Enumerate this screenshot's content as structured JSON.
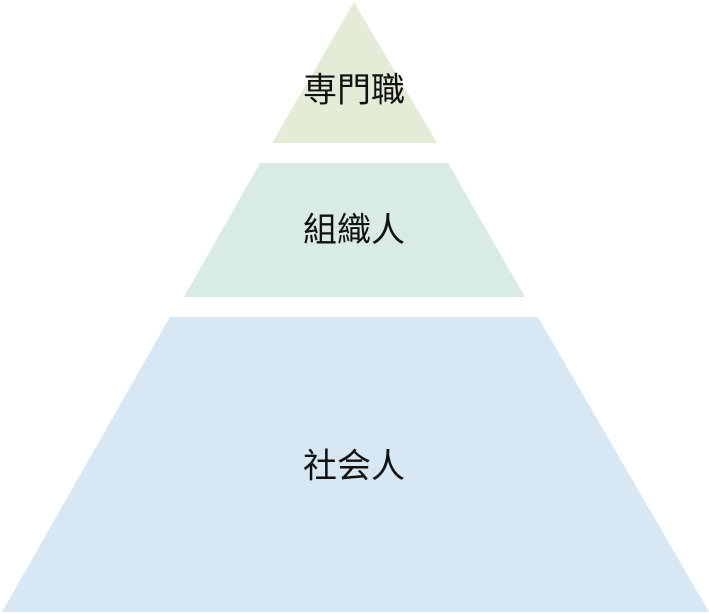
{
  "pyramid": {
    "tiers": [
      {
        "label": "専門職",
        "color": "#e2ecd6"
      },
      {
        "label": "組織人",
        "color": "#d9ebe5"
      },
      {
        "label": "社会人",
        "color": "#d7e8f4"
      }
    ]
  }
}
